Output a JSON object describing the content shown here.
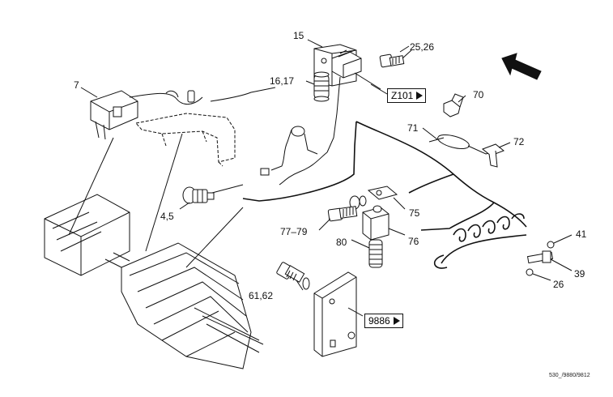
{
  "labels": {
    "l15": "15",
    "l25_26": "25,26",
    "l16_17": "16,17",
    "l7": "7",
    "l70": "70",
    "l71": "71",
    "l72": "72",
    "l4_5": "4,5",
    "l75": "75",
    "l77_79": "77–79",
    "l80": "80",
    "l76": "76",
    "l41": "41",
    "l39": "39",
    "l26": "26",
    "l61_62": "61,62"
  },
  "refs": {
    "z101": "Z101",
    "r9886": "9886"
  },
  "drawing_code": "530_/9880/9812"
}
